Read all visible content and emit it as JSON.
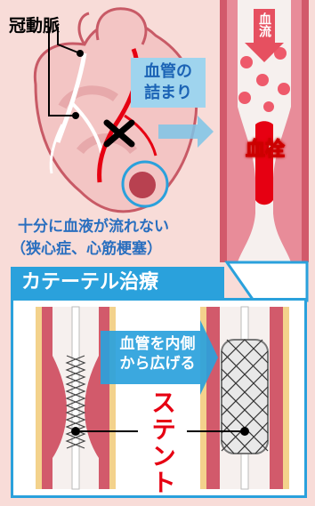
{
  "top": {
    "coronary_label": "冠動脈",
    "blockage_label": [
      "血管の",
      "詰まり"
    ],
    "flow_label": [
      "血",
      "流"
    ],
    "clot_label": "血栓",
    "caption_line1": "十分に血液が流れない",
    "caption_line2": "（狭心症、心筋梗塞）"
  },
  "bottom": {
    "banner": "カテーテル治療",
    "widen_label": [
      "血管を内側",
      "から広げる"
    ],
    "stent_label": "ステント"
  },
  "colors": {
    "background": "#f8dcd8",
    "accent_blue": "#2aa1dc",
    "red": "#e60012",
    "vessel_wall": "#d25a6b",
    "vessel_lumen": "#f6f0ee"
  }
}
